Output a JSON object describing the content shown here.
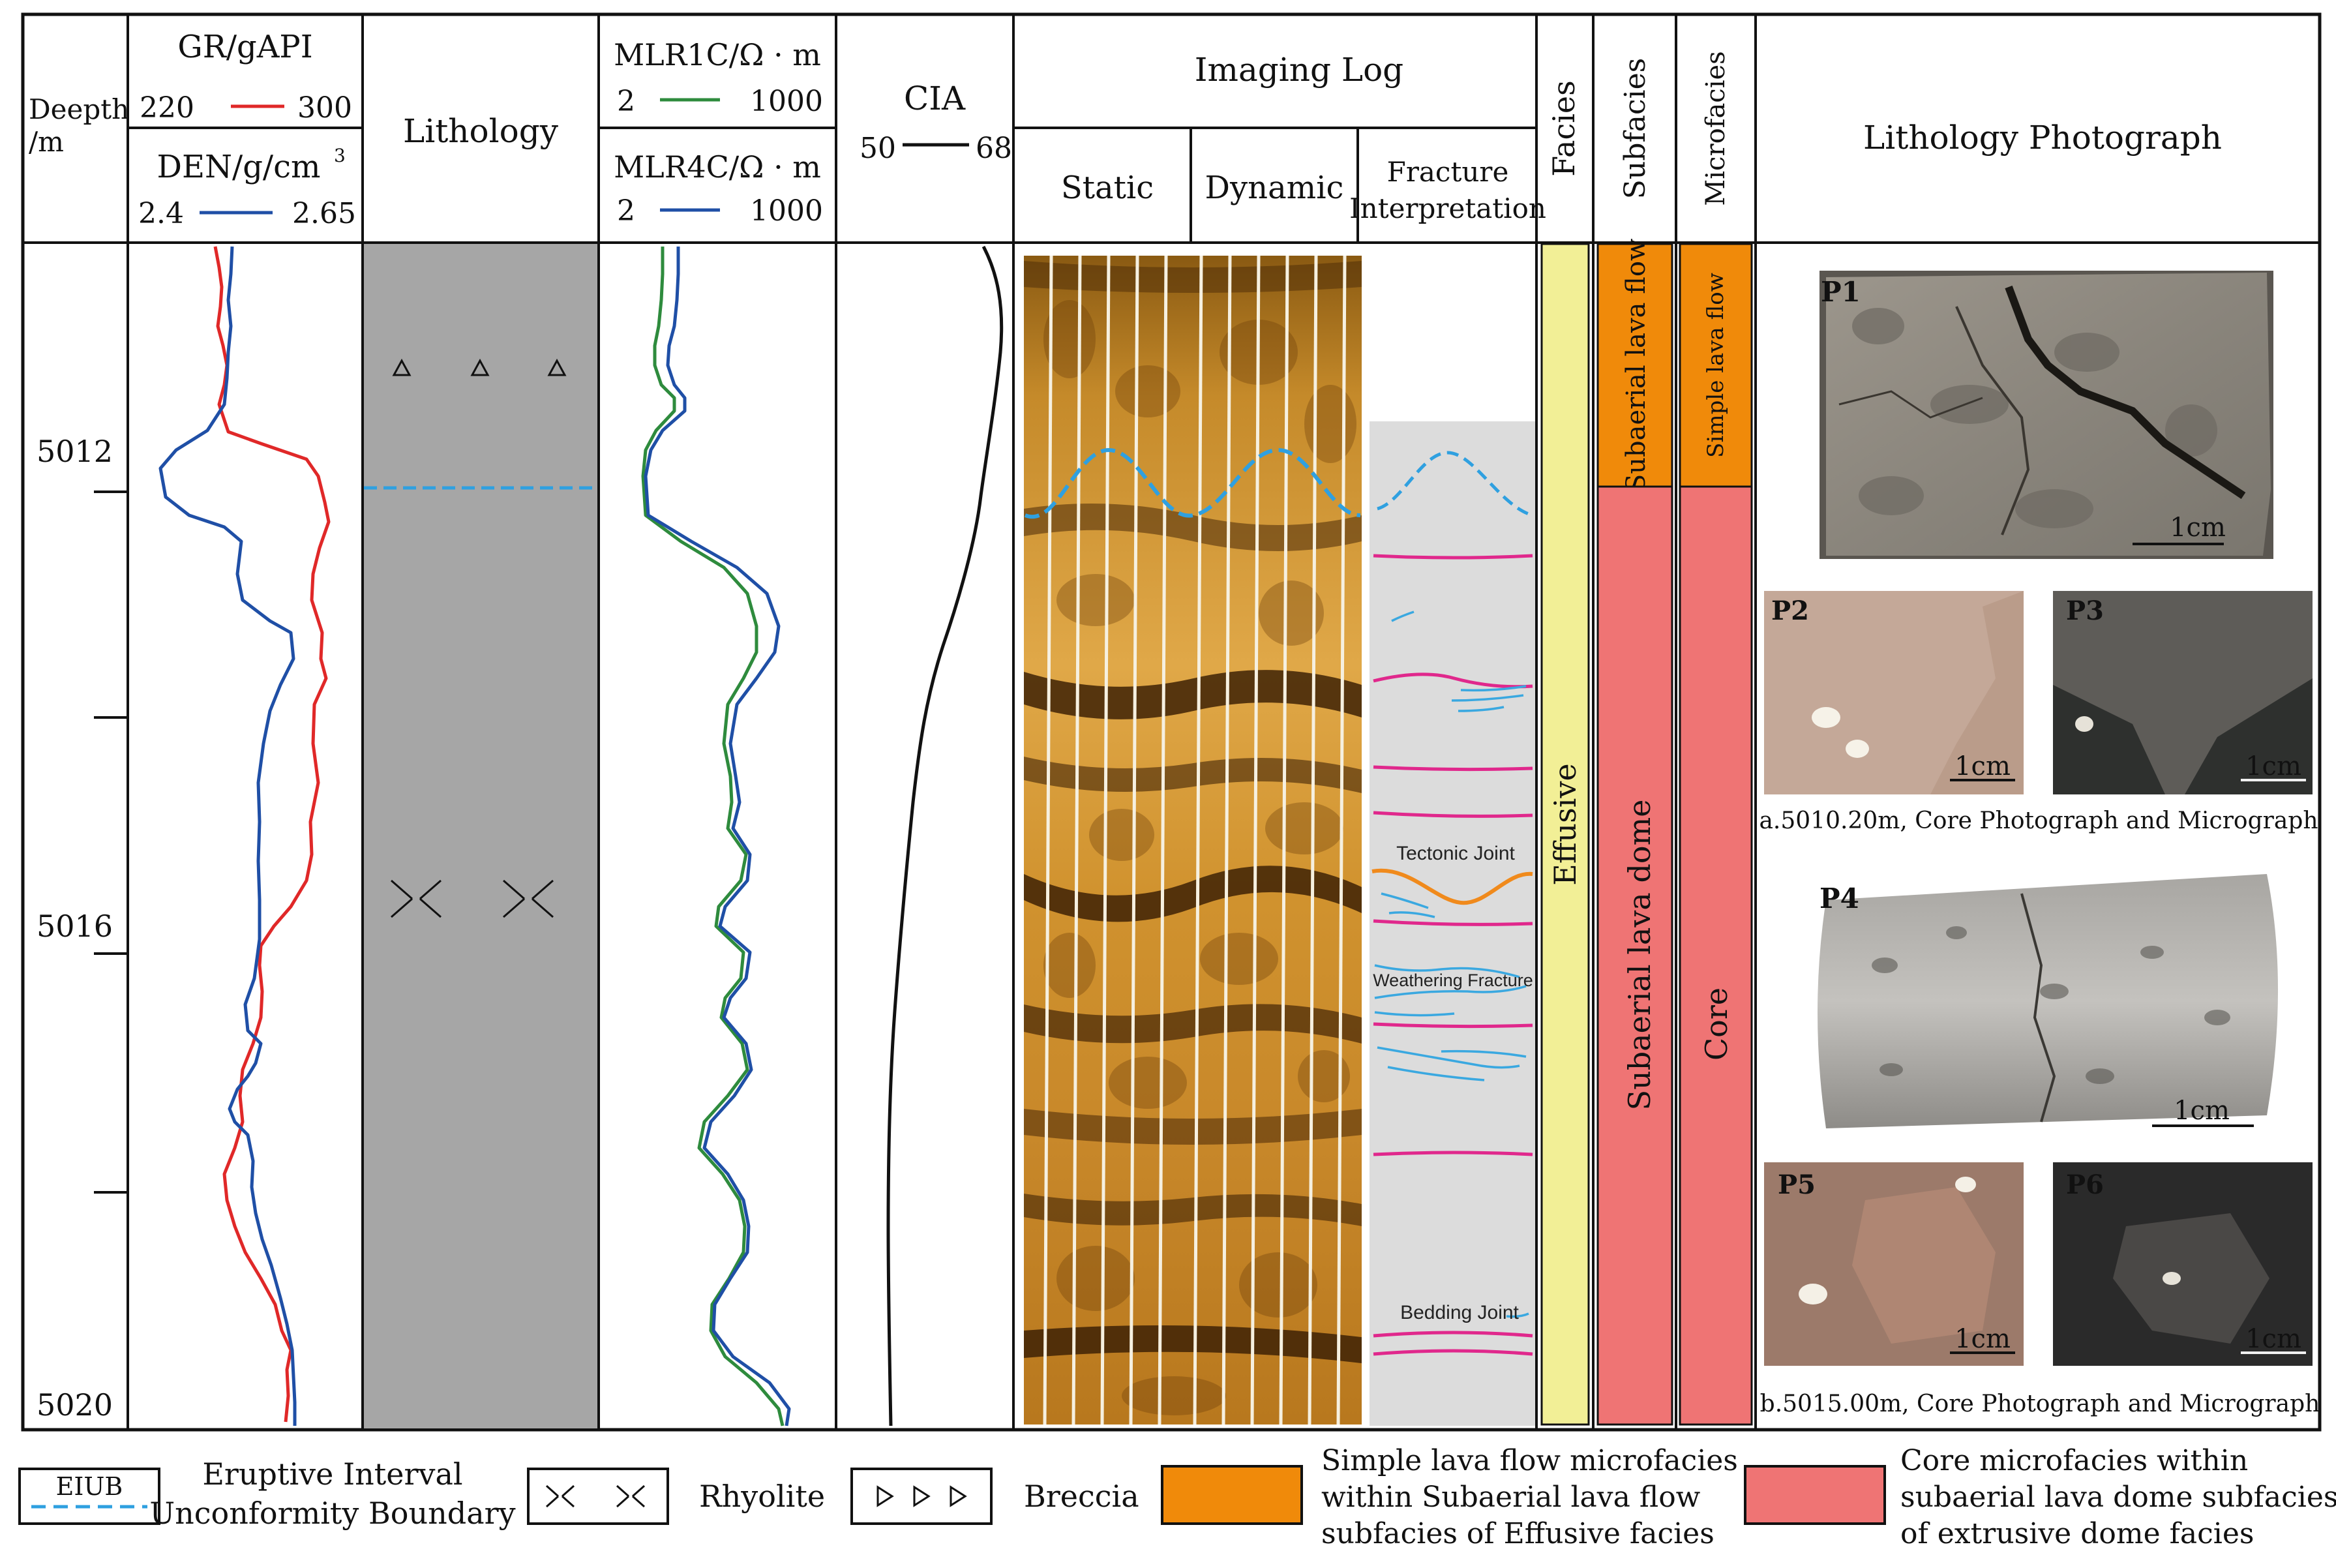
{
  "header": {
    "depth_label": "Deepth",
    "depth_unit": "/m",
    "gr_title": "GR/gAPI",
    "gr_min": "220",
    "gr_max": "300",
    "den_title": "DEN/g/cm",
    "den_exp": "3",
    "den_min": "2.4",
    "den_max": "2.65",
    "lithology": "Lithology",
    "mlr1c_title": "MLR1C/Ω · m",
    "mlr1c_min": "2",
    "mlr1c_max": "1000",
    "mlr4c_title": "MLR4C/Ω · m",
    "mlr4c_min": "2",
    "mlr4c_max": "1000",
    "cia_title": "CIA",
    "cia_min": "50",
    "cia_max": "68",
    "imaging": "Imaging Log",
    "static": "Static",
    "dynamic": "Dynamic",
    "fracture_1": "Fracture",
    "fracture_2": "Interpretation",
    "facies": "Facies",
    "subfacies": "Subfacies",
    "microfacies": "Microfacies",
    "photo": "Lithology Photograph"
  },
  "depth_ticks": [
    "5012",
    "5016",
    "5020"
  ],
  "fracture_labels": {
    "tectonic": "Tectonic Joint",
    "weathering": "Weathering Fracture",
    "bedding": "Bedding Joint"
  },
  "facies": {
    "facies_value": "Effusive",
    "sub_upper": "Subaerial lava flow",
    "sub_lower": "Subaerial lava dome",
    "micro_upper": "Simple lava flow",
    "micro_lower": "Core"
  },
  "photos": {
    "p1": "P1",
    "p2": "P2",
    "p3": "P3",
    "p4": "P4",
    "p5": "P5",
    "p6": "P6",
    "scale": "1cm",
    "caption_a": "a.5010.20m, Core Photograph  and Micrograph",
    "caption_b": "b.5015.00m, Core Photograph  and Micrograph"
  },
  "legend": {
    "eiub_box": "EIUB",
    "eiub_1": "Eruptive Interval",
    "eiub_2": "Unconformity Boundary",
    "rhyolite": "Rhyolite",
    "breccia": "Breccia",
    "orange_1": "Simple lava flow microfacies",
    "orange_2": "within Subaerial lava flow",
    "orange_3": "subfacies of Effusive facies",
    "red_1": "Core microfacies within",
    "red_2": "subaerial lava dome subfacies",
    "red_3": "of extrusive dome facies"
  },
  "colors": {
    "gr": "#e02828",
    "den": "#1f4fa6",
    "mlr1c": "#2e8b3d",
    "mlr4c": "#1f4fa6",
    "eiub": "#2fa0e0",
    "bedding": "#e0288c",
    "tectonic": "#f08a1c",
    "weathering": "#3aa8e0",
    "facies_yellow": "#f2ef96",
    "orange": "#f08a0a",
    "red": "#ef7474",
    "lithology_gray": "#a6a6a6",
    "fracture_bg": "#dcdcdc"
  }
}
